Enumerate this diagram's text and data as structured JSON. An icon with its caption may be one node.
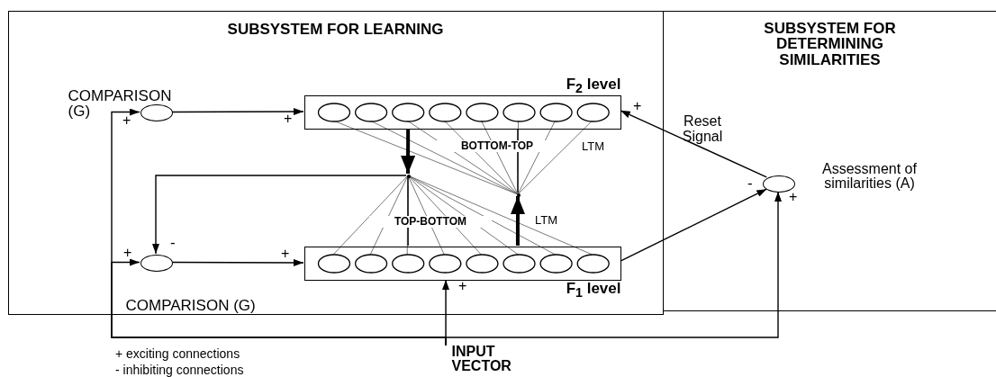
{
  "diagram": {
    "nodes": [
      {
        "text": [
          "SUBSYSTEM FOR LEARNING"
        ]
      },
      {
        "text": [
          "SUBSYSTEM FOR DETERMINING SIMILARITIES"
        ]
      },
      {
        "text": [
          "COMPARISON (G)"
        ],
        "in": 0
      },
      {
        "text": [
          "F$_{2}$ level"
        ],
        "in": 0
      },
      {
        "text": [
          "F$_{1}$ level"
        ],
        "in": 0
      },
      {
        "text": [
          "COMPARISON (G)"
        ],
        "in": 0
      },
      {
        "text": [
          "Assessment of similarities (A)"
        ],
        "in": 1
      },
      {
        "text": [
          "INPUT VECTOR"
        ]
      },
      {
        "text": [],
        "shape": "point",
        "in": 0
      },
      {
        "text": [],
        "shape": "point",
        "in": 0
      }
    ],
    "edges": [
      {
        "from": 2,
        "to": 3,
        "arrow": "to"
      },
      {
        "from": 5,
        "to": 4,
        "arrow": "to"
      },
      {
        "from": 3,
        "to": 8,
        "arrow": "to",
        "style": "thick"
      },
      {
        "from": 4,
        "to": 9,
        "arrow": "to",
        "style": "thick"
      },
      {
        "from": 8,
        "to": 5,
        "arrow": "to"
      },
      {
        "from": 4,
        "to": 6,
        "arrow": "to"
      },
      {
        "from": 6,
        "to": 3,
        "arrow": "to",
        "label": "Reset Signal"
      },
      {
        "from": 7,
        "to": 4,
        "arrow": "to"
      },
      {
        "from": 7,
        "to": 2,
        "arrow": "to"
      },
      {
        "from": 7,
        "to": 5,
        "arrow": "to"
      },
      {
        "from": 7,
        "to": 6,
        "arrow": "to"
      },
      {
        "from": 8,
        "to": 4,
        "arrow": "none",
        "label": "TOP-BOTTOM"
      },
      {
        "from": 9,
        "to": 3,
        "arrow": "none",
        "label": "BOTTOM-TOP"
      }
    ],
    "labels": [
      "+",
      "+",
      "+",
      "LTM",
      "-",
      "+",
      "LTM",
      "-",
      "+",
      "+",
      "+"
    ],
    "legend": [
      {
        "text": "+ exciting connections"
      },
      {
        "text": "- inhibiting connections"
      }
    ]
  }
}
